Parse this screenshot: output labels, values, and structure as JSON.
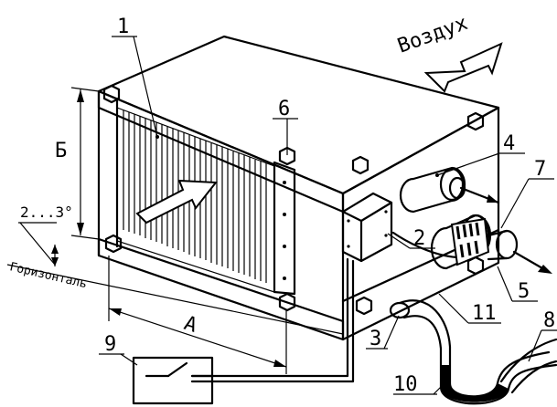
{
  "labels": {
    "air": "Воздух",
    "horizontal": "Горизонталь",
    "angle": "2...3°",
    "dim_height": "Б",
    "dim_width": "А"
  },
  "callouts": [
    "1",
    "2",
    "3",
    "4",
    "5",
    "6",
    "7",
    "8",
    "9",
    "10",
    "11"
  ]
}
